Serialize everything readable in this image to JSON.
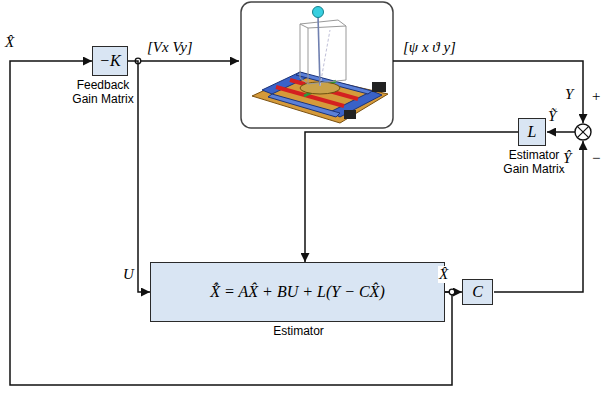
{
  "diagram": {
    "nodes": [
      {
        "text": [
          "−K",
          "Feedback Gain Matrix"
        ]
      },
      {
        "text": [
          "L",
          "Estimator Gain Matrix"
        ]
      },
      {
        "text": [
          "X̂̇ = AX̂ + BU + L(Y − CX̂)",
          "Estimator"
        ]
      },
      {
        "text": [
          "C"
        ]
      }
    ],
    "edges": [
      {
        "from": 0,
        "to": 2,
        "arrow": "to",
        "label": "U"
      },
      {
        "from": 1,
        "to": 2,
        "arrow": "to"
      },
      {
        "from": 2,
        "to": 3,
        "arrow": "to",
        "label": "X̂"
      },
      {
        "from": 2,
        "to": 0,
        "arrow": "to",
        "label": "X̂"
      }
    ],
    "labels": [
      "[Vx Vy]",
      "[ψ x ϑ y]",
      "Y",
      "+",
      "Ỹ",
      "Ŷ",
      "−"
    ]
  }
}
